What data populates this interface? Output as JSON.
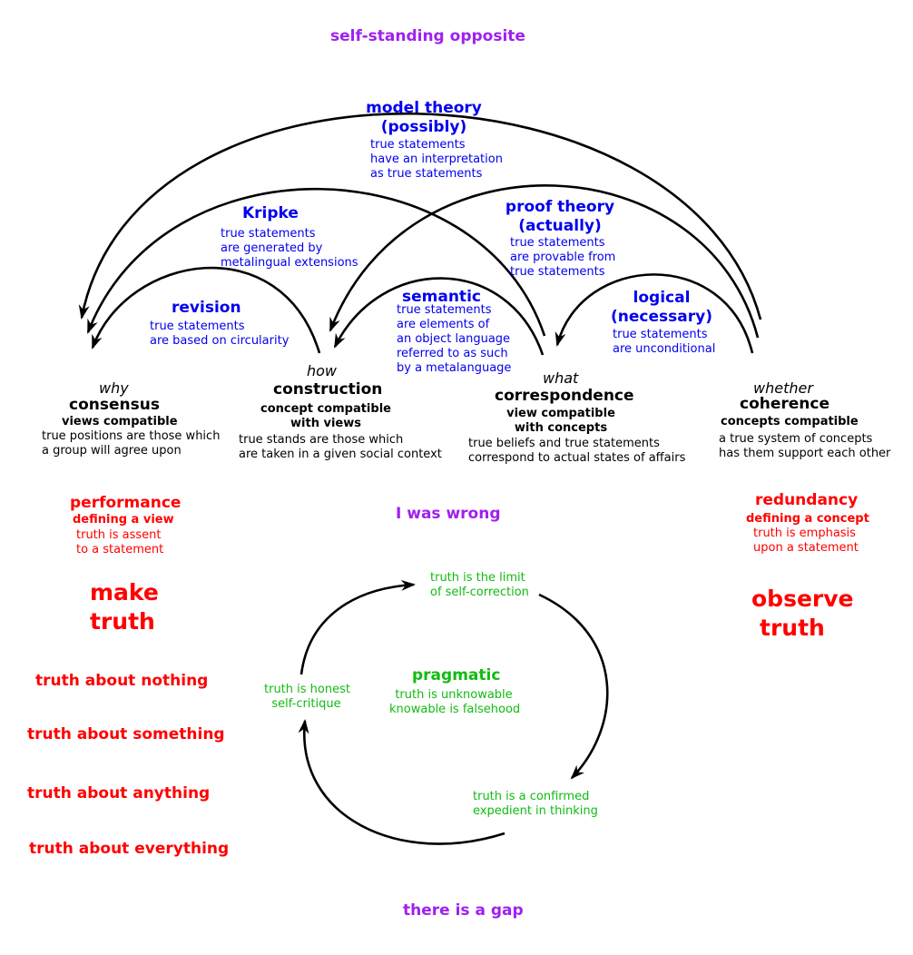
{
  "top_label": "self-standing opposite",
  "middle_label": "I was wrong",
  "bottom_label": "there is a gap",
  "arcs": {
    "model_theory": {
      "title": "model theory",
      "qualifier": "(possibly)",
      "lines": [
        "true statements",
        "have an interpretation",
        "as true statements"
      ]
    },
    "kripke": {
      "title": "Kripke",
      "lines": [
        "true statements",
        "are generated by",
        "metalingual extensions"
      ]
    },
    "proof_theory": {
      "title": "proof theory",
      "qualifier": "(actually)",
      "lines": [
        "true statements",
        "are provable from",
        "true statements"
      ]
    },
    "revision": {
      "title": "revision",
      "lines": [
        "true statements",
        "are based on circularity"
      ]
    },
    "semantic": {
      "title": "semantic",
      "lines": [
        "true statements",
        "are elements of",
        "an object language",
        "referred to as such",
        "by a metalanguage"
      ]
    },
    "logical": {
      "title": "logical",
      "qualifier": "(necessary)",
      "lines": [
        "true statements",
        "are unconditional"
      ]
    }
  },
  "theories": {
    "consensus": {
      "question": "why",
      "name": "consensus",
      "compat": [
        "views compatible"
      ],
      "desc": [
        "true positions are those which",
        "a group will agree upon"
      ]
    },
    "construction": {
      "question": "how",
      "name": "construction",
      "compat": [
        "concept compatible",
        "with views"
      ],
      "desc": [
        "true stands are those which",
        "are taken in a given social context"
      ]
    },
    "correspondence": {
      "question": "what",
      "name": "correspondence",
      "compat": [
        "view compatible",
        "with concepts"
      ],
      "desc": [
        "true beliefs and true statements",
        "correspond to actual states of affairs"
      ]
    },
    "coherence": {
      "question": "whether",
      "name": "coherence",
      "compat": [
        "concepts compatible"
      ],
      "desc": [
        "a true system of concepts",
        "has them support each other"
      ]
    }
  },
  "performance": {
    "title": "performance",
    "sub": "defining a view",
    "lines": [
      "truth is assent",
      "to a statement"
    ],
    "big": [
      "make",
      "truth"
    ]
  },
  "redundancy": {
    "title": "redundancy",
    "sub": "defining a concept",
    "lines": [
      "truth is emphasis",
      "upon a statement"
    ],
    "big": [
      "observe",
      "truth"
    ]
  },
  "truth_about": [
    "truth about nothing",
    "truth about something",
    "truth about anything",
    "truth about everything"
  ],
  "pragmatic": {
    "title": "pragmatic",
    "lines": [
      "truth is unknowable",
      "knowable is falsehood"
    ],
    "cycle": {
      "limit": [
        "truth is the limit",
        "of self-correction"
      ],
      "confirmed": [
        "truth is a confirmed",
        "expedient in thinking"
      ],
      "honest": [
        "truth is honest",
        "self-critique"
      ]
    }
  }
}
